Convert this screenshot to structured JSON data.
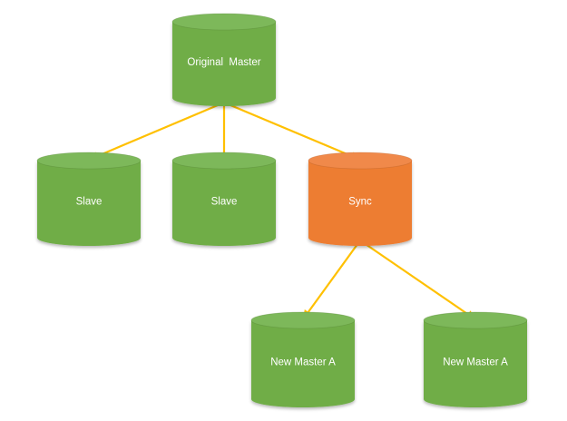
{
  "colors": {
    "green_fill": "#70AD47",
    "green_top": "#7DB85A",
    "green_edge": "#507E32",
    "orange_fill": "#ED7D31",
    "orange_top": "#F0894A",
    "orange_edge": "#AE5A21",
    "arrow": "#FFC000",
    "label": "#FFFFFF"
  },
  "nodes": {
    "original_master": {
      "label": "Original  Master",
      "shape": "cylinder",
      "color": "green"
    },
    "slave_1": {
      "label": "Slave",
      "shape": "cylinder",
      "color": "green"
    },
    "slave_2": {
      "label": "Slave",
      "shape": "cylinder",
      "color": "green"
    },
    "sync": {
      "label": "Sync",
      "shape": "cylinder",
      "color": "orange"
    },
    "new_master_a_1": {
      "label": "New Master A",
      "shape": "cylinder",
      "color": "green"
    },
    "new_master_a_2": {
      "label": "New Master A",
      "shape": "cylinder",
      "color": "green"
    }
  },
  "edges": [
    {
      "from": "original_master",
      "to": "slave_1"
    },
    {
      "from": "original_master",
      "to": "slave_2"
    },
    {
      "from": "original_master",
      "to": "sync"
    },
    {
      "from": "sync",
      "to": "new_master_a_1"
    },
    {
      "from": "sync",
      "to": "new_master_a_2"
    }
  ]
}
